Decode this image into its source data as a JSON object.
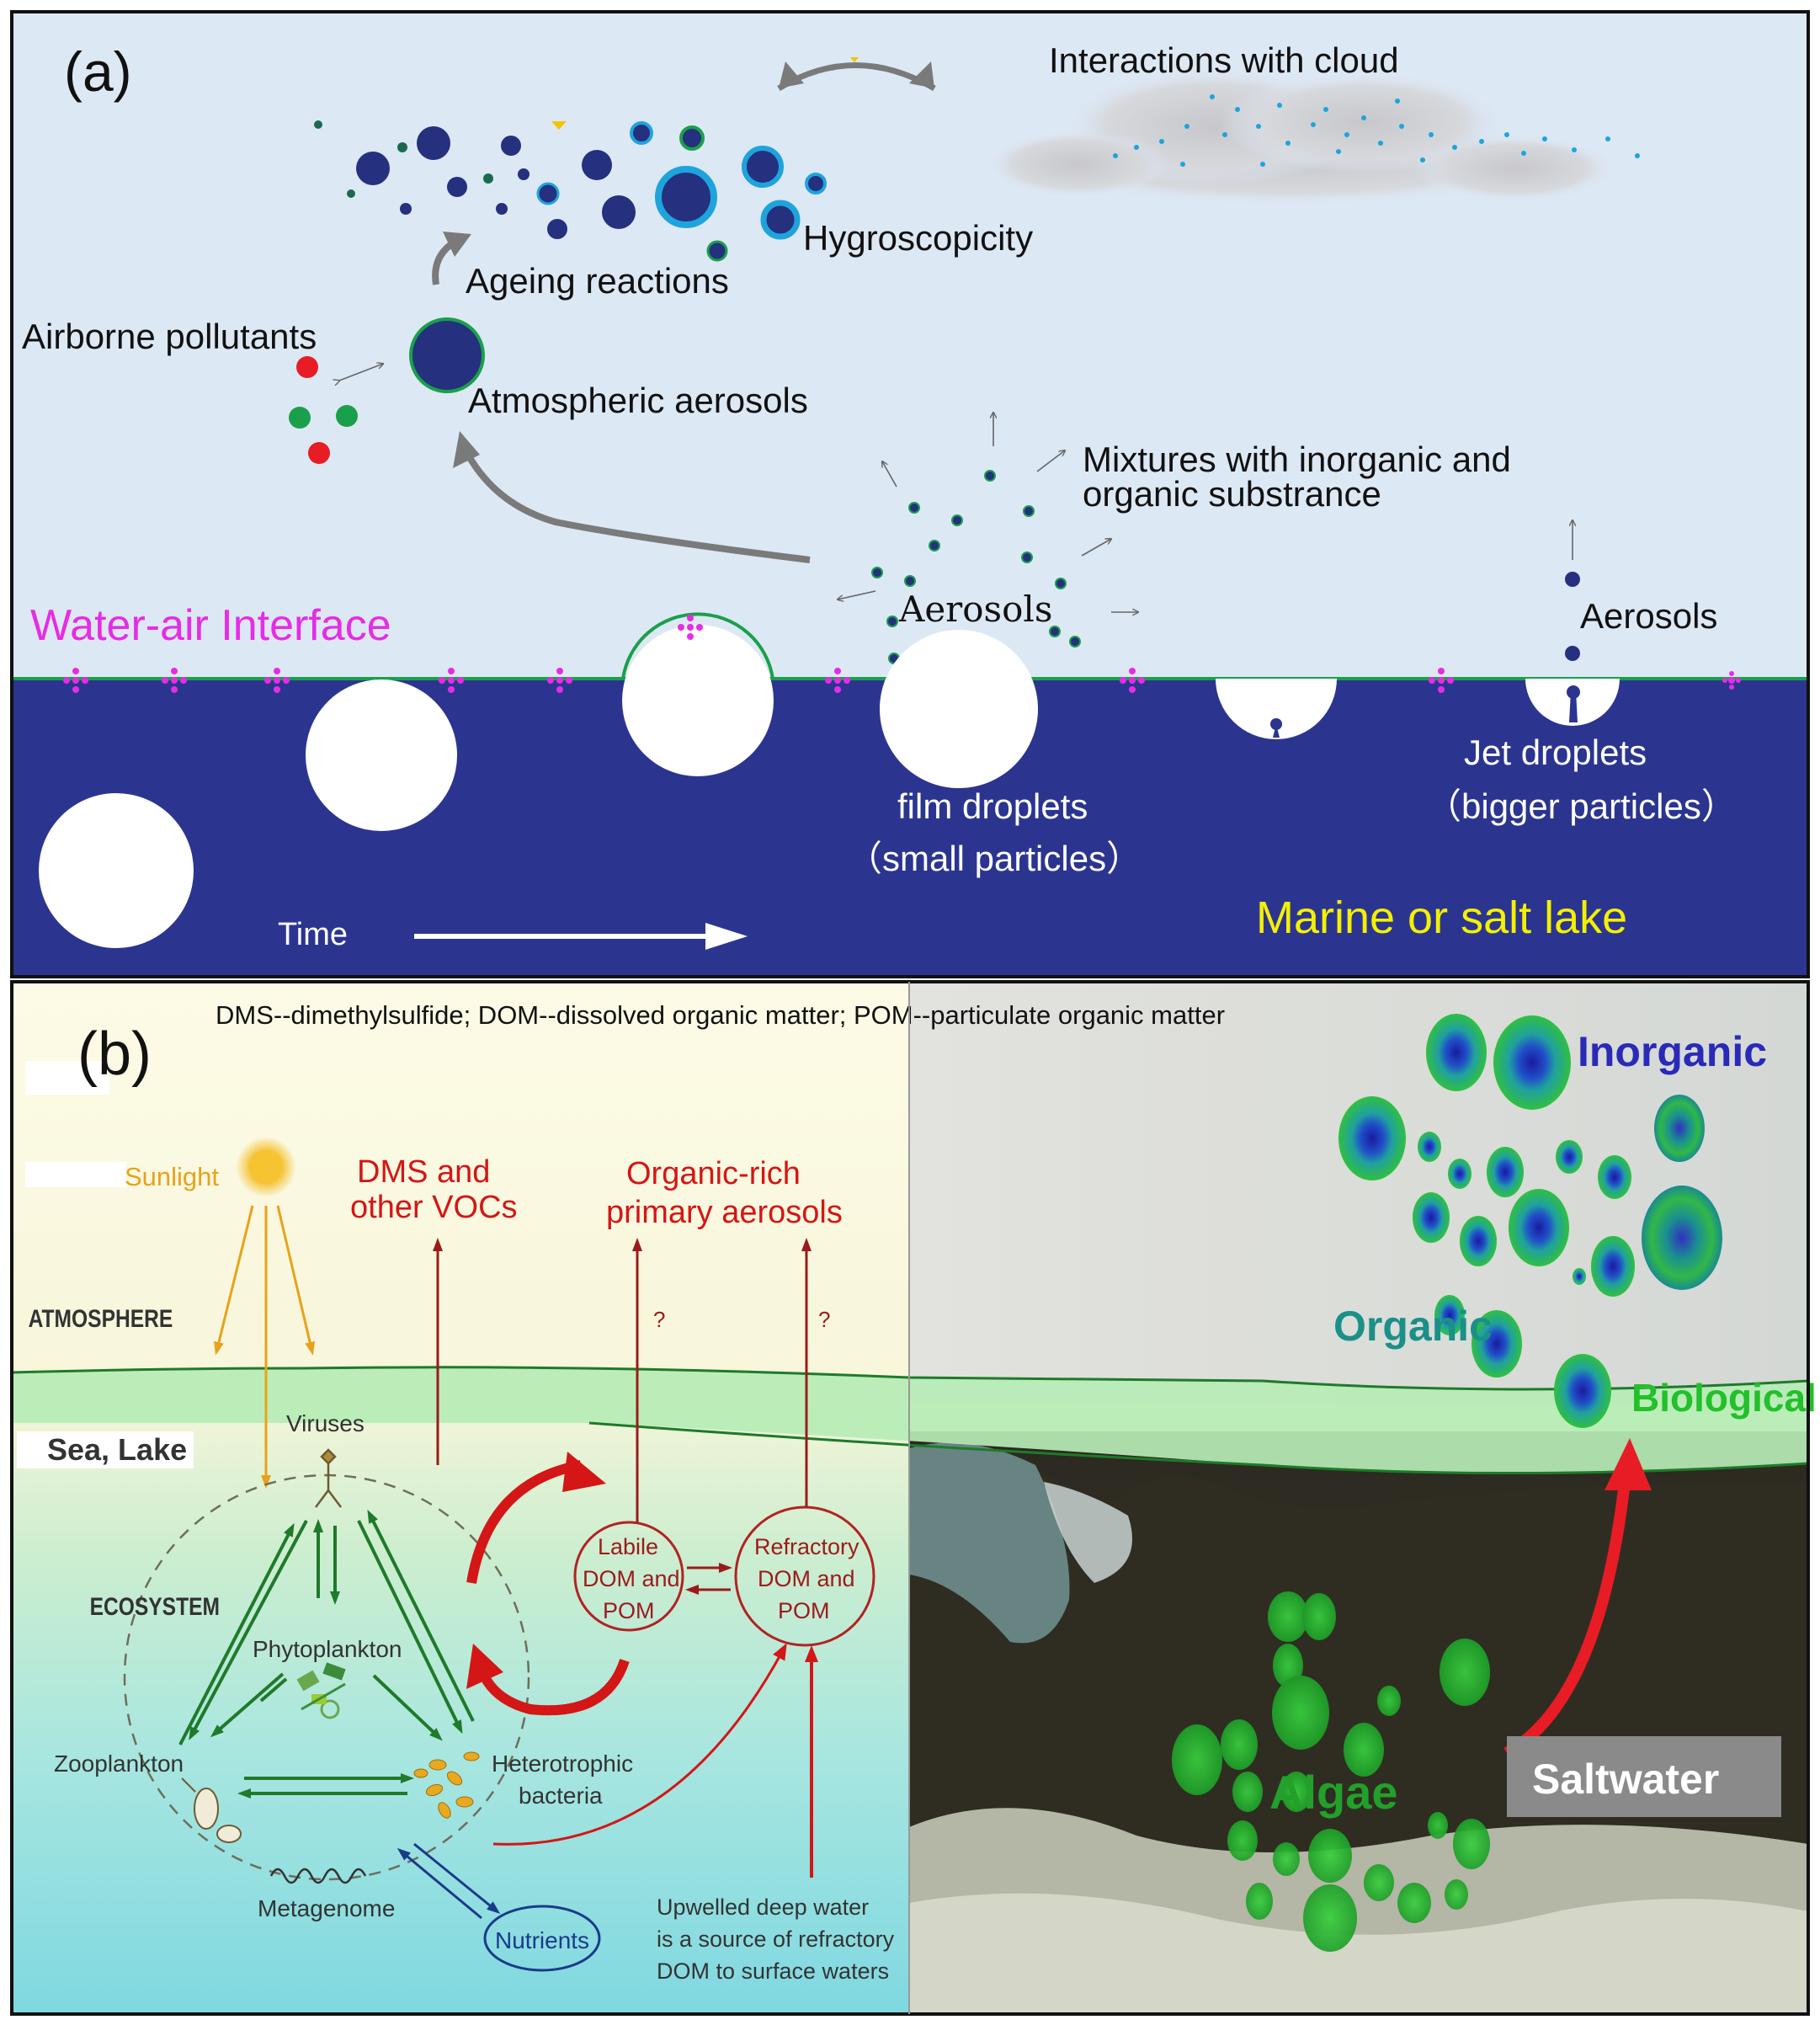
{
  "panel_a": {
    "label": "(a)",
    "interactions_with_cloud": "Interactions with cloud",
    "hygroscopicity": "Hygroscopicity",
    "ageing_reactions": "Ageing reactions",
    "airborne_pollutants": "Airborne pollutants",
    "atmospheric_aerosols": "Atmospheric aerosols",
    "mixtures_line1": "Mixtures with inorganic and",
    "mixtures_line2": "organic substrance",
    "aerosols_film": "Aerosols",
    "aerosols_jet": "Aerosols",
    "water_air_interface": "Water-air Interface",
    "film_droplets": "film droplets",
    "small_particles": "（small particles）",
    "jet_droplets": "Jet droplets",
    "bigger_particles": "（bigger particles）",
    "marine_or_salt_lake": "Marine or salt lake",
    "time": "Time",
    "colors": {
      "sky": "#dde8f5",
      "water": "#2b3590",
      "magenta": "#e62ce6",
      "yellow": "#f4f000",
      "aerosol_dark": "#25307f",
      "aerosol_ring": "#1ea4dc",
      "green": "#1aa04a",
      "red": "#e81c24"
    }
  },
  "panel_b": {
    "label": "(b)",
    "abbreviations": "DMS--dimethylsulfide; DOM--dissolved organic matter; POM--particulate organic matter",
    "sunlight": "Sunlight",
    "dms_line1": "DMS and",
    "dms_line2": "other VOCs",
    "organic_rich_line1": "Organic-rich",
    "organic_rich_line2": "primary aerosols",
    "atmosphere": "ATMOSPHERE",
    "sea_lake": "Sea, Lake",
    "ecosystem": "ECOSYSTEM",
    "viruses": "Viruses",
    "phytoplankton": "Phytoplankton",
    "zooplankton": "Zooplankton",
    "heterotrophic_line1": "Heterotrophic",
    "heterotrophic_line2": "bacteria",
    "metagenome": "Metagenome",
    "nutrients": "Nutrients",
    "labile_line1": "Labile",
    "labile_line2": "DOM and",
    "labile_line3": "POM",
    "refractory_line1": "Refractory",
    "refractory_line2": "DOM and",
    "refractory_line3": "POM",
    "question_mark_1": "?",
    "question_mark_2": "?",
    "upwelled_line1": "Upwelled deep water",
    "upwelled_line2": "is a source of refractory",
    "upwelled_line3": "DOM to surface waters",
    "inorganic": "Inorganic",
    "organic": "Organic",
    "biological": "Biological",
    "algae": "Algae",
    "saltwater": "Saltwater",
    "colors": {
      "red": "#d41616",
      "dark_red": "#9b1b1b",
      "sun_orange": "#e8a21a",
      "arrow_green": "#1f7a2a",
      "inorganic_blue": "#2a2ab8",
      "organic_teal": "#1a9088",
      "biological_green": "#22c02a",
      "water_green": "#b6ecb6"
    }
  }
}
